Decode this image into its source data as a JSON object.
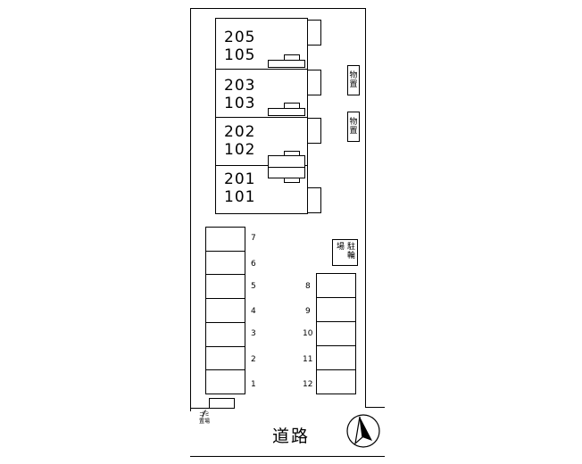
{
  "units": [
    {
      "upper": "205",
      "lower": "105"
    },
    {
      "upper": "203",
      "lower": "103"
    },
    {
      "upper": "202",
      "lower": "102"
    },
    {
      "upper": "201",
      "lower": "101"
    }
  ],
  "storage": [
    "物置",
    "物置"
  ],
  "bicycle_parking": {
    "col1": "駐輪",
    "col2": "場"
  },
  "parking_left": [
    "7",
    "6",
    "5",
    "4",
    "3",
    "2",
    "1"
  ],
  "parking_right": [
    "8",
    "9",
    "10",
    "11",
    "12"
  ],
  "garbage": {
    "line1": "ゴミ",
    "line2": "置場"
  },
  "road_label": "道路"
}
